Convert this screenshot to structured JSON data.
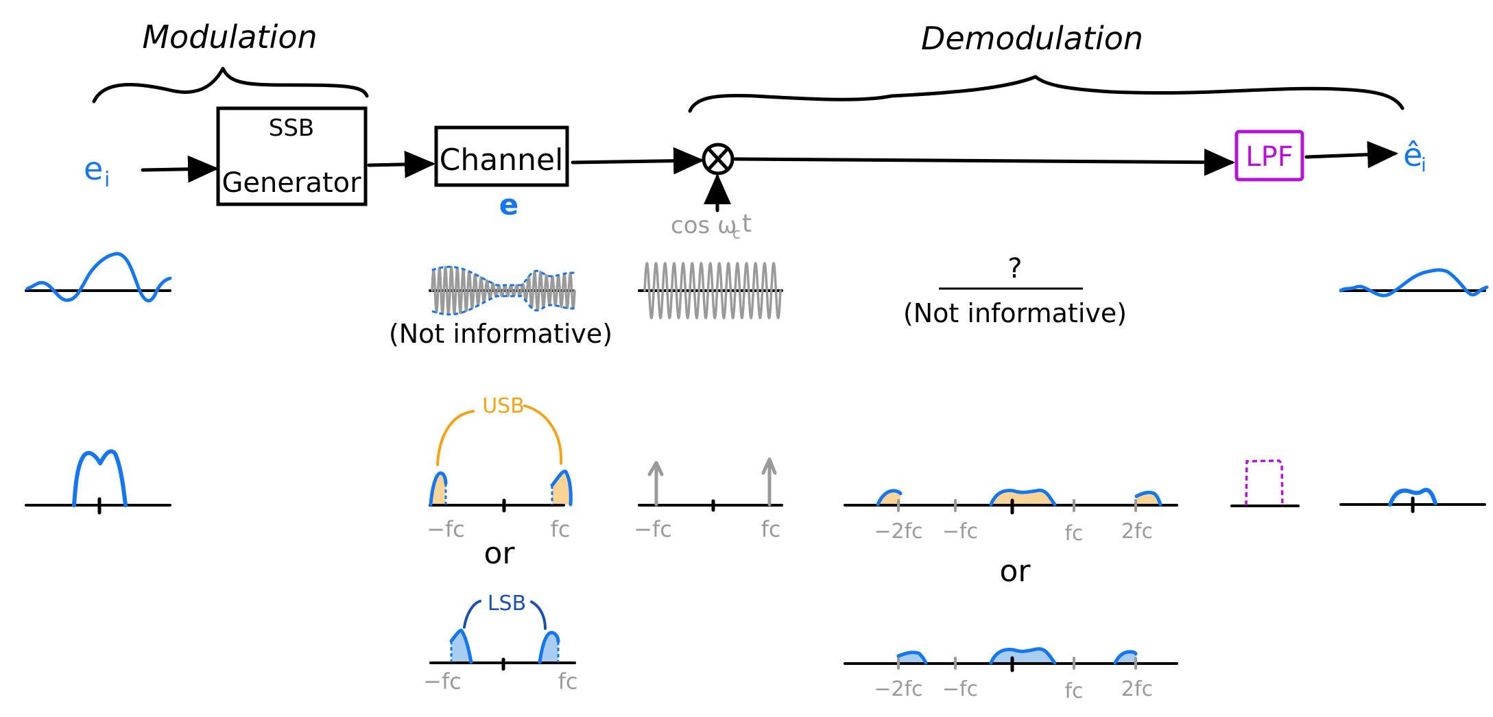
{
  "colors": {
    "ink": "#000000",
    "signal_blue": "#1476f2",
    "lsb_blue": "#1a4fb5",
    "usb_orange": "#f5a214",
    "usb_fill": "#fad497",
    "lsb_fill": "#a8cdf0",
    "carrier_gray": "#9a9a9a",
    "lpf_purple": "#b514d6"
  },
  "sections": {
    "modulation": "Modulation",
    "demodulation": "Demodulation"
  },
  "blocks": {
    "ssb_line1": "SSB",
    "ssb_line2": "Generator",
    "channel": "Channel",
    "multiplier": "⊗",
    "lpf": "LPF"
  },
  "signals": {
    "input": "e",
    "input_sub": "i",
    "channel_out": "e",
    "carrier": "cos ω",
    "carrier_sub": "c",
    "carrier_t": "t",
    "output": "ê",
    "output_sub": "i"
  },
  "annotations": {
    "not_informative_1": "(Not informative)",
    "unknown": "?",
    "not_informative_2": "(Not informative)",
    "or_1": "or",
    "or_2": "or",
    "usb": "USB",
    "lsb": "LSB"
  },
  "spectrum_labels": {
    "neg_fc": "−fc",
    "pos_fc": "fc",
    "neg_2fc": "−2fc",
    "pos_2fc": "2fc"
  }
}
